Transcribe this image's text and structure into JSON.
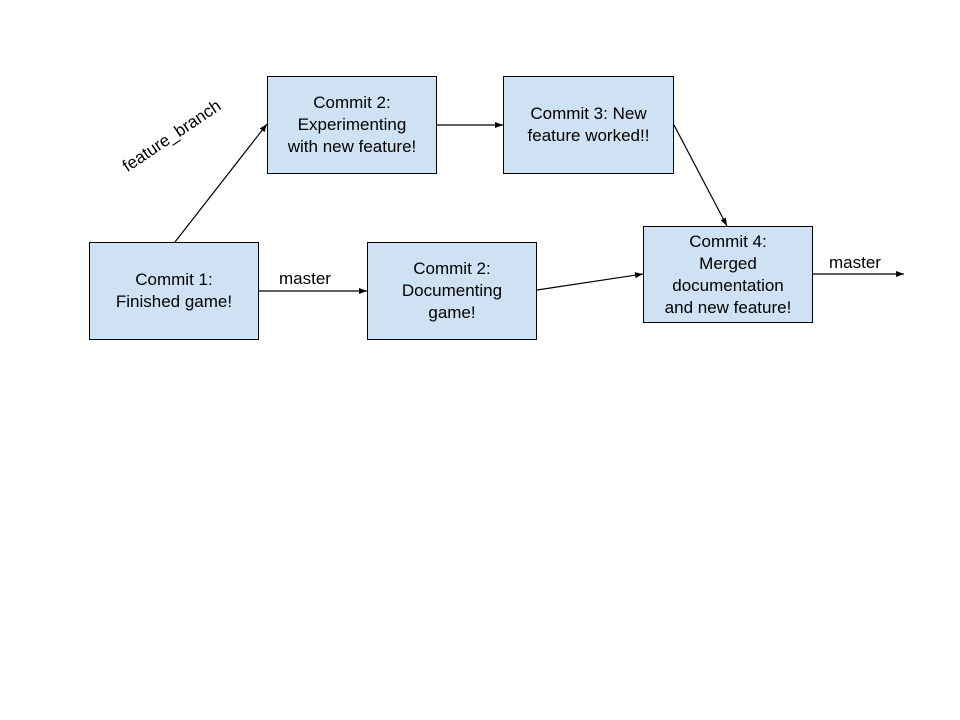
{
  "style": {
    "node_fill": "#cfe2f3",
    "node_border": "#000000",
    "edge_color": "#000000"
  },
  "nodes": {
    "commit1": "Commit 1:\nFinished game!",
    "commit2_feature": "Commit 2:\nExperimenting\nwith new feature!",
    "commit3": "Commit 3: New\nfeature worked!!",
    "commit2_master": "Commit 2:\nDocumenting\ngame!",
    "commit4": "Commit 4:\nMerged\ndocumentation\nand new feature!"
  },
  "edge_labels": {
    "master_1": "master",
    "master_2": "master",
    "feature_branch": "feature_branch"
  }
}
